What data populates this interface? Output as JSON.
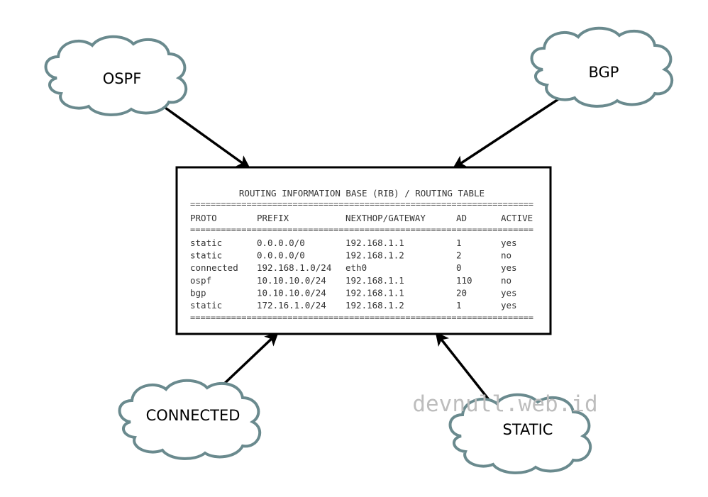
{
  "clouds": {
    "ospf": "OSPF",
    "bgp": "BGP",
    "connected": "CONNECTED",
    "static": "STATIC"
  },
  "table": {
    "title": "ROUTING INFORMATION BASE (RIB) / ROUTING TABLE",
    "separator": "===================================================================",
    "headers": [
      "PROTO",
      "PREFIX",
      "NEXTHOP/GATEWAY",
      "AD",
      "ACTIVE"
    ],
    "rows": [
      [
        "static",
        "0.0.0.0/0",
        "192.168.1.1",
        "1",
        "yes"
      ],
      [
        "static",
        "0.0.0.0/0",
        "192.168.1.2",
        "2",
        "no"
      ],
      [
        "connected",
        "192.168.1.0/24",
        "eth0",
        "0",
        "yes"
      ],
      [
        "ospf",
        "10.10.10.0/24",
        "192.168.1.1",
        "110",
        "no"
      ],
      [
        "bgp",
        "10.10.10.0/24",
        "192.168.1.1",
        "20",
        "yes"
      ],
      [
        "static",
        "172.16.1.0/24",
        "192.168.1.2",
        "1",
        "yes"
      ]
    ]
  },
  "watermark": "devnull.web.id",
  "colors": {
    "cloud_stroke": "#6a8a8e",
    "arrow": "#000000",
    "box_border": "#000000",
    "watermark": "#bdbdbd"
  }
}
